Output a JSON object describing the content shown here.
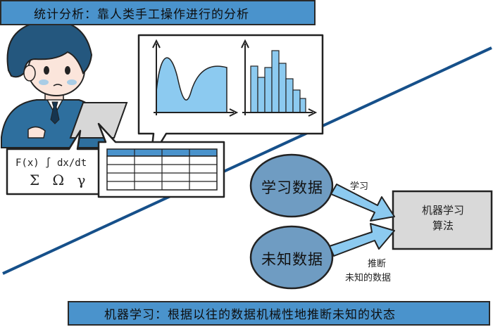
{
  "header": {
    "banner_top": "统计分析：靠人类手工操作进行的分析",
    "banner_bottom": "机器学习：根据以往的数据机械性地推断未知的状态"
  },
  "formula": {
    "line1": "F(x)  ∫  dx/dt",
    "line2": "Σ Ω γ"
  },
  "ml_flow": {
    "training_data": "学习数据",
    "unknown_data": "未知数据",
    "arrow_learn": "学习",
    "arrow_infer_line1": "推断",
    "arrow_infer_line2": "未知的数据",
    "algorithm_line1": "机器学习",
    "algorithm_line2": "算法"
  },
  "colors": {
    "banner": "#4a93cc",
    "chart_fill": "#8ccaf0",
    "oval_fill": "#6f9cc2",
    "arrow_fill": "#8ccaf0",
    "algorithm_box": "#d9d9d9",
    "divider_line": "#16508a"
  }
}
